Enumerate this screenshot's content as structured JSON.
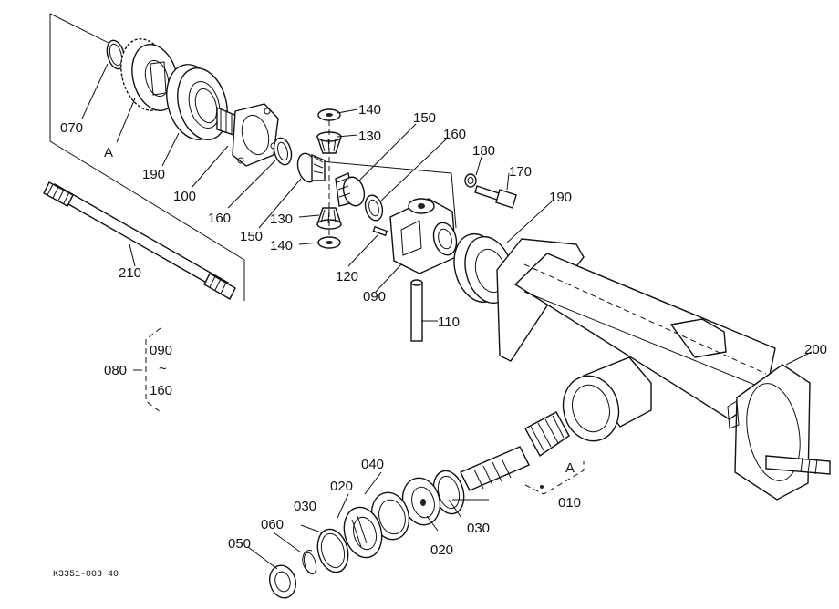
{
  "labels": [
    {
      "id": "070",
      "text": "070"
    },
    {
      "id": "A-top",
      "text": "A"
    },
    {
      "id": "190-left",
      "text": "190"
    },
    {
      "id": "100",
      "text": "100"
    },
    {
      "id": "160-left",
      "text": "160"
    },
    {
      "id": "150-left",
      "text": "150"
    },
    {
      "id": "130-bottom",
      "text": "130"
    },
    {
      "id": "140-bottom",
      "text": "140"
    },
    {
      "id": "140-top",
      "text": "140"
    },
    {
      "id": "130-top",
      "text": "130"
    },
    {
      "id": "150-top",
      "text": "150"
    },
    {
      "id": "160-top",
      "text": "160"
    },
    {
      "id": "180",
      "text": "180"
    },
    {
      "id": "170",
      "text": "170"
    },
    {
      "id": "190-right",
      "text": "190"
    },
    {
      "id": "120",
      "text": "120"
    },
    {
      "id": "090",
      "text": "090"
    },
    {
      "id": "110",
      "text": "110"
    },
    {
      "id": "210",
      "text": "210"
    },
    {
      "id": "200",
      "text": "200"
    },
    {
      "id": "010",
      "text": "010"
    },
    {
      "id": "A-bottom",
      "text": "A"
    },
    {
      "id": "040",
      "text": "040"
    },
    {
      "id": "020-top",
      "text": "020"
    },
    {
      "id": "030-top",
      "text": "030"
    },
    {
      "id": "060",
      "text": "060"
    },
    {
      "id": "050",
      "text": "050"
    },
    {
      "id": "030-right",
      "text": "030"
    },
    {
      "id": "020-bottom",
      "text": "020"
    }
  ],
  "set_legend": {
    "parent": "080",
    "from": "090",
    "tilde": "~",
    "to": "160"
  },
  "drawing_code": "K3351-003 40"
}
